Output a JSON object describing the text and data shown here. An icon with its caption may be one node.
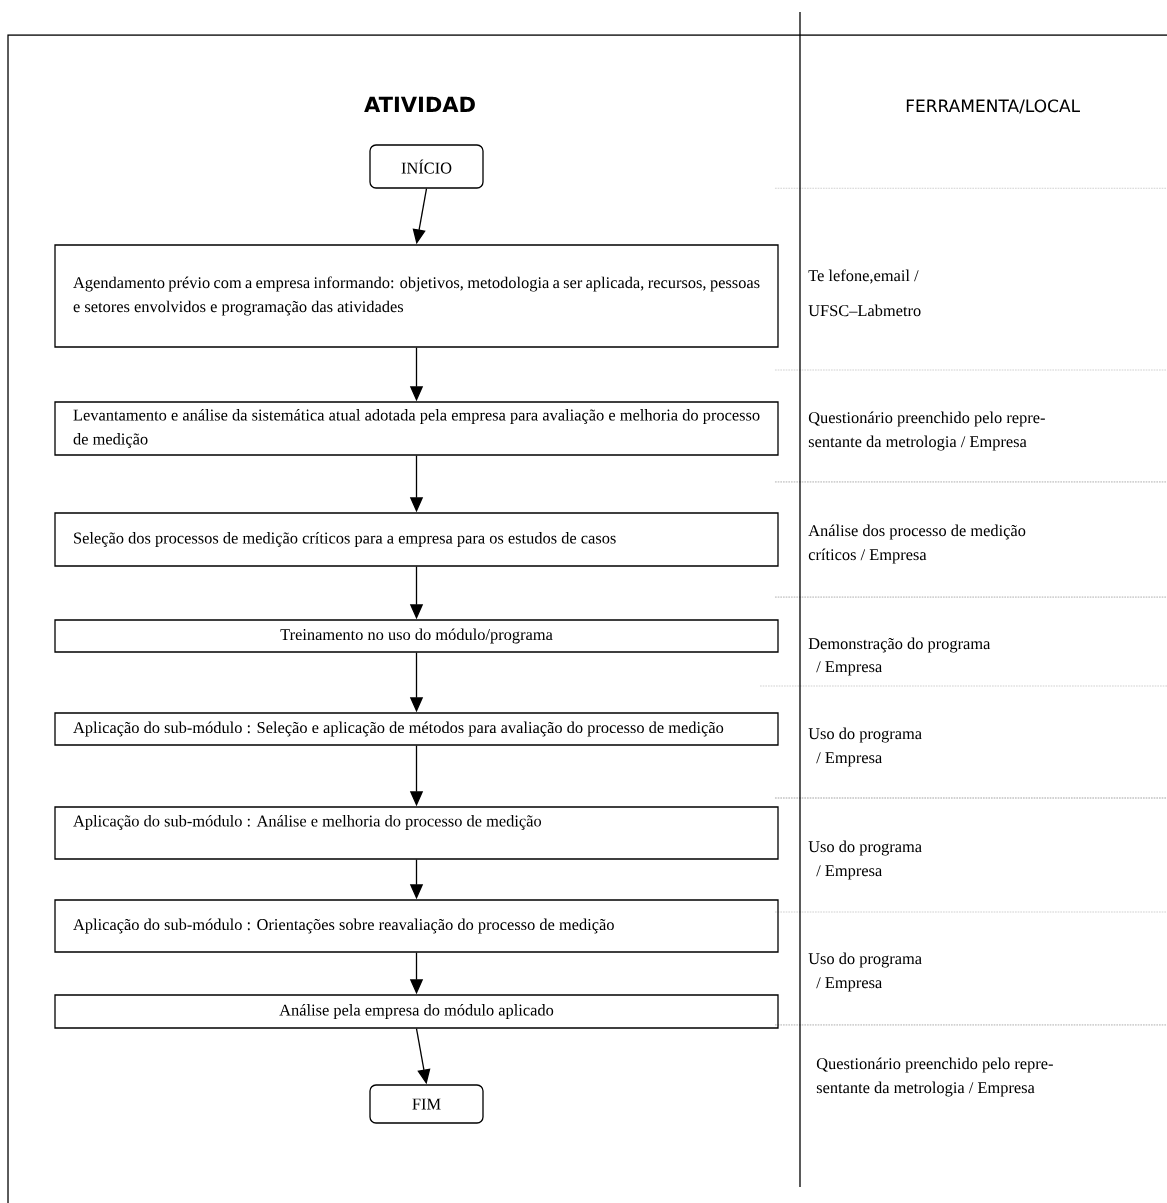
{
  "diagram": {
    "nodes": [
      {
        "text": [
          "INÍCIO"
        ]
      },
      {
        "text": [
          "Agendamento prévio com a empresa informando: objetivos, metodologia a ser aplicada, recursos, pessoas e setores envolvidos e programação das atividades"
        ]
      },
      {
        "text": [
          "Levantamento e análise da sistemática atual adotada pela empresa para avaliação e melhoria do processo de medição"
        ]
      },
      {
        "text": [
          "Seleção dos processos de medição críticos para a empresa para os estudos de casos"
        ]
      },
      {
        "text": [
          "Treinamento no uso do módulo/programa"
        ]
      },
      {
        "text": [
          "Aplicação do sub-módulo : Seleção e aplicação de métodos para avaliação do processo de medição"
        ]
      },
      {
        "text": [
          "Aplicação do sub-módulo : Análise e melhoria do processo de medição"
        ]
      },
      {
        "text": [
          "Aplicação do sub-módulo : Orientações sobre reavaliação do processo de medição"
        ]
      },
      {
        "text": [
          "Análise pela empresa do módulo aplicado"
        ]
      },
      {
        "text": [
          "FIM"
        ]
      }
    ],
    "edges": [
      {
        "from": 0,
        "to": 1,
        "arrow": "to"
      },
      {
        "from": 1,
        "to": 2,
        "arrow": "to"
      },
      {
        "from": 2,
        "to": 3,
        "arrow": "to"
      },
      {
        "from": 3,
        "to": 4,
        "arrow": "to"
      },
      {
        "from": 4,
        "to": 5,
        "arrow": "to"
      },
      {
        "from": 5,
        "to": 6,
        "arrow": "to"
      },
      {
        "from": 6,
        "to": 7,
        "arrow": "to"
      },
      {
        "from": 7,
        "to": 8,
        "arrow": "to"
      },
      {
        "from": 8,
        "to": 9,
        "arrow": "to"
      }
    ],
    "labels": [
      "ATIVIDAD",
      "FERRAMENTA/LOCAL",
      "Te lefone,email /",
      "UFSC–Labmetro",
      "Questionário preenchido pelo repre-",
      "sentante da metrologia / Empresa",
      "Análise dos processo de medição",
      "críticos / Empresa",
      "Demonstração do programa",
      "/ Empresa",
      "Uso do programa",
      "/ Empresa",
      "Uso do programa",
      "/ Empresa",
      "Uso do programa",
      "/ Empresa",
      "Questionário preenchido pelo repre-",
      "sentante da metrologia / Empresa"
    ]
  }
}
